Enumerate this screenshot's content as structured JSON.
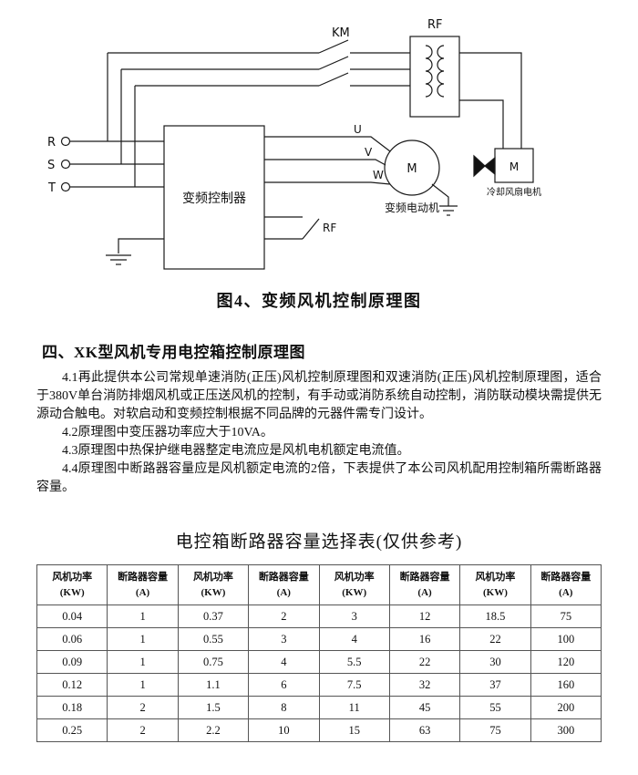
{
  "figure": {
    "caption": "图4、变频风机控制原理图",
    "labels": {
      "km": "KM",
      "rf_transformer": "RF",
      "rf_relay": "RF",
      "phase_r": "R",
      "phase_s": "S",
      "phase_t": "T",
      "out_u": "U",
      "out_v": "V",
      "out_w": "W",
      "controller": "变频控制器",
      "motor_m": "M",
      "motor_caption": "变频电动机",
      "cooling_m": "M",
      "cooling_caption": "冷却风扇电机"
    }
  },
  "section": {
    "heading": "四、XK型风机专用电控箱控制原理图",
    "paragraphs": [
      "4.1再此提供本公司常规单速消防(正压)风机控制原理图和双速消防(正压)风机控制原理图，适合于380V单台消防排烟风机或正压送风机的控制，有手动或消防系统自动控制，消防联动模块需提供无源动合触电。对软启动和变频控制根据不同品牌的元器件需专门设计。",
      "4.2原理图中变压器功率应大于10VA。",
      "4.3原理图中热保护继电器整定电流应是风机电机额定电流值。",
      "4.4原理图中断路器容量应是风机额定电流的2倍，下表提供了本公司风机配用控制箱所需断路器容量。"
    ]
  },
  "table": {
    "title": "电控箱断路器容量选择表(仅供参考)",
    "headers": [
      {
        "name": "风机功率",
        "unit": "(KW)"
      },
      {
        "name": "断路器容量",
        "unit": "(A)"
      },
      {
        "name": "风机功率",
        "unit": "(KW)"
      },
      {
        "name": "断路器容量",
        "unit": "(A)"
      },
      {
        "name": "风机功率",
        "unit": "(KW)"
      },
      {
        "name": "断路器容量",
        "unit": "(A)"
      },
      {
        "name": "风机功率",
        "unit": "(KW)"
      },
      {
        "name": "断路器容量",
        "unit": "(A)"
      }
    ],
    "rows": [
      [
        "0.04",
        "1",
        "0.37",
        "2",
        "3",
        "12",
        "18.5",
        "75"
      ],
      [
        "0.06",
        "1",
        "0.55",
        "3",
        "4",
        "16",
        "22",
        "100"
      ],
      [
        "0.09",
        "1",
        "0.75",
        "4",
        "5.5",
        "22",
        "30",
        "120"
      ],
      [
        "0.12",
        "1",
        "1.1",
        "6",
        "7.5",
        "32",
        "37",
        "160"
      ],
      [
        "0.18",
        "2",
        "1.5",
        "8",
        "11",
        "45",
        "55",
        "200"
      ],
      [
        "0.25",
        "2",
        "2.2",
        "10",
        "15",
        "63",
        "75",
        "300"
      ]
    ]
  }
}
